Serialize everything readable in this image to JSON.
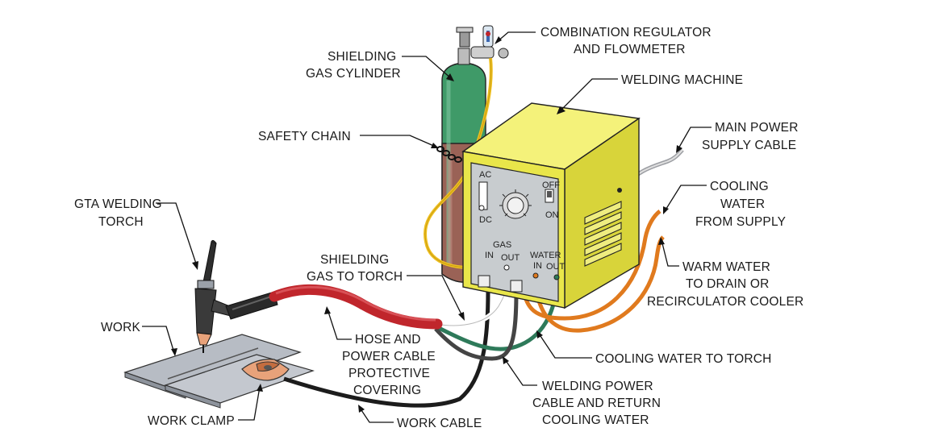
{
  "labels": {
    "combination_regulator": [
      "COMBINATION REGULATOR",
      "AND FLOWMETER"
    ],
    "shielding_gas_cylinder": [
      "SHIELDING",
      "GAS CYLINDER"
    ],
    "welding_machine": [
      "WELDING MACHINE"
    ],
    "main_power_supply_cable": [
      "MAIN POWER",
      "SUPPLY CABLE"
    ],
    "safety_chain": [
      "SAFETY CHAIN"
    ],
    "cooling_water_from_supply": [
      "COOLING",
      "WATER",
      "FROM SUPPLY"
    ],
    "gta_welding_torch": [
      "GTA WELDING",
      "TORCH"
    ],
    "warm_water_to_drain": [
      "WARM WATER",
      "TO DRAIN OR",
      "RECIRCULATOR COOLER"
    ],
    "shielding_gas_to_torch": [
      "SHIELDING",
      "GAS TO TORCH"
    ],
    "work": [
      "WORK"
    ],
    "hose_and_power_cable": [
      "HOSE AND",
      "POWER CABLE",
      "PROTECTIVE",
      "COVERING"
    ],
    "cooling_water_to_torch": [
      "COOLING WATER TO TORCH"
    ],
    "welding_power_cable": [
      "WELDING POWER",
      "CABLE AND RETURN",
      "COOLING WATER"
    ],
    "work_clamp": [
      "WORK CLAMP"
    ],
    "work_cable": [
      "WORK CABLE"
    ]
  },
  "panel": {
    "ac": "AC",
    "dc": "DC",
    "off": "OFF",
    "on": "ON",
    "gas": "GAS",
    "water": "WATER",
    "in": "IN",
    "out": "OUT"
  },
  "colors": {
    "machine_yellow": "#e9e64a",
    "cylinder_green": "#3f9a68",
    "cylinder_brown": "#9a6256",
    "hose_red": "#c0262c",
    "water_orange": "#e07a1e",
    "gas_yellow": "#f0c020",
    "return_green": "#2e7a5a"
  }
}
